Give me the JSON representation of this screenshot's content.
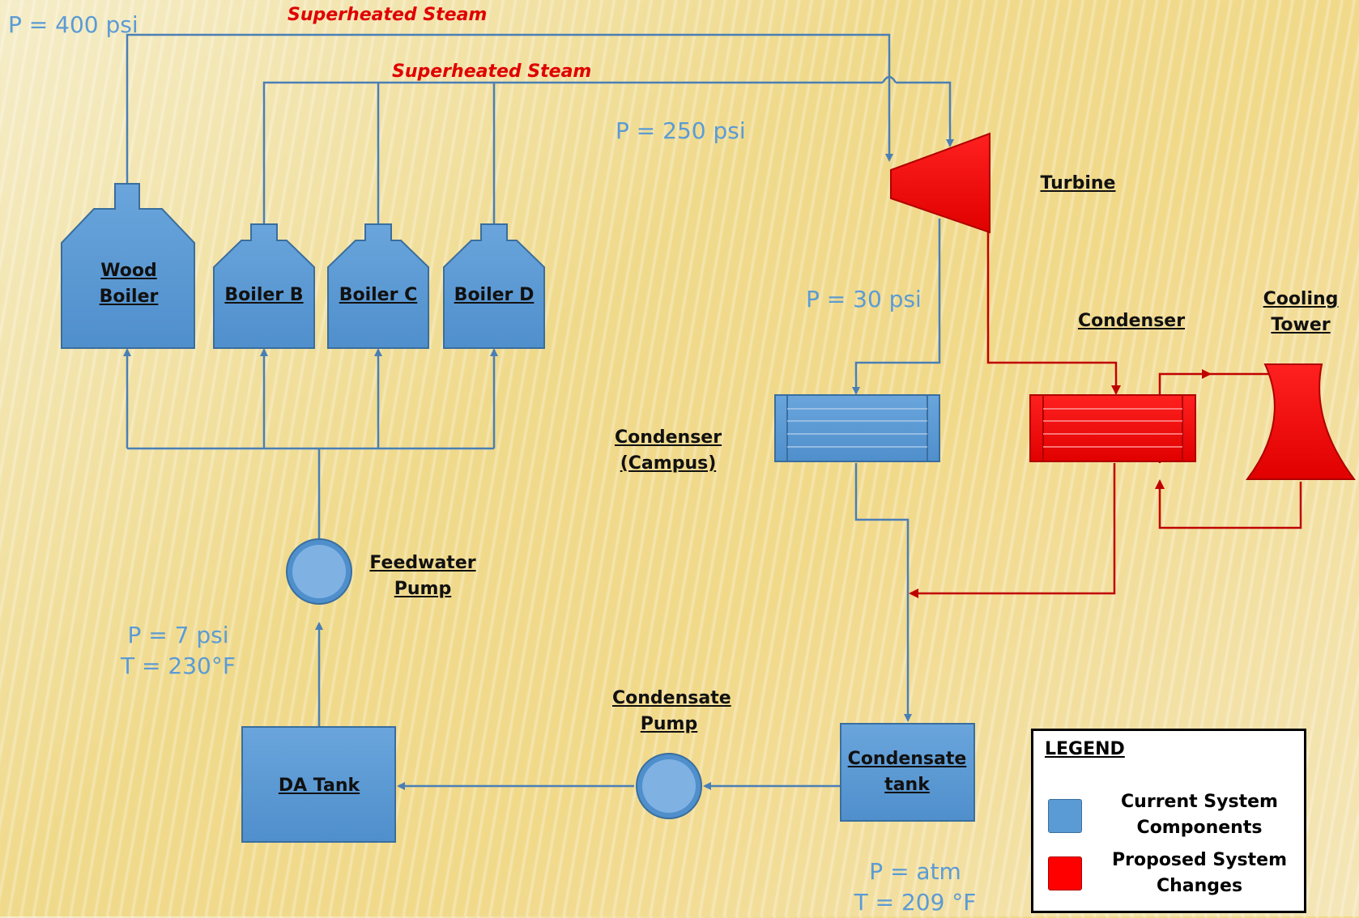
{
  "labels": {
    "wood_boiler_line1": "Wood",
    "wood_boiler_line2": "Boiler",
    "boiler_b": "Boiler B",
    "boiler_c": "Boiler C",
    "boiler_d": "Boiler D",
    "turbine": "Turbine",
    "condenser": "Condenser",
    "cooling_tower_line1": "Cooling",
    "cooling_tower_line2": "Tower",
    "condenser_campus": "Condenser (Campus)",
    "feedwater_pump_line1": "Feedwater",
    "feedwater_pump_line2": "Pump",
    "condensate_pump_line1": "Condensate",
    "condensate_pump_line2": "Pump",
    "da_tank": "DA Tank",
    "condensate_tank_line1": "Condensate",
    "condensate_tank_line2": "tank"
  },
  "steam_labels": {
    "top": "Superheated Steam",
    "mid": "Superheated Steam"
  },
  "conditions": {
    "p400": "P = 400 psi",
    "p250": "P = 250 psi",
    "p30": "P = 30 psi",
    "p7": "P = 7 psi",
    "t230": "T = 230°F",
    "patm": "P = atm",
    "t209": "T = 209 °F"
  },
  "legend": {
    "title": "LEGEND",
    "current_line1": "Current System",
    "current_line2": "Components",
    "proposed_line1": "Proposed System",
    "proposed_line2": "Changes"
  },
  "colors": {
    "current": "#5b9bd5",
    "proposed": "#ff0000",
    "pipe_current": "#4a7fb5",
    "pipe_proposed": "#c00000"
  }
}
